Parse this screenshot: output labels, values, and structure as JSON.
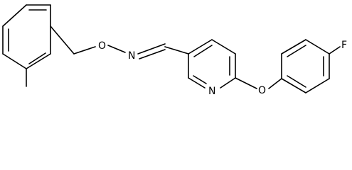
{
  "structure": {
    "atoms": {
      "oxime_oxygen": "O",
      "imine_nitrogen": "N",
      "pyridine_nitrogen": "N",
      "ether_oxygen": "O",
      "fluorine": "F"
    }
  },
  "colors": {
    "bond": "#000000",
    "label": "#000000",
    "background": "#ffffff"
  }
}
